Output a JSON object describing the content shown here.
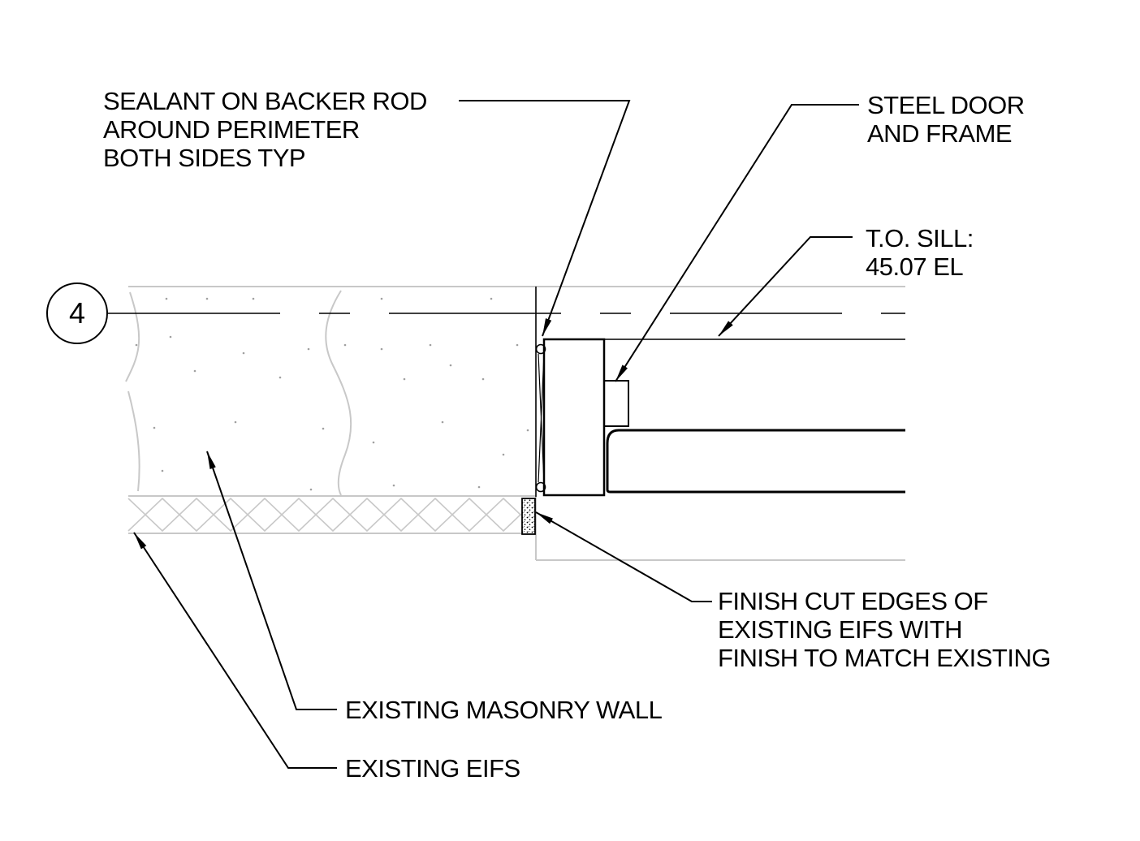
{
  "grid_bubble": {
    "label": "4"
  },
  "callouts": {
    "sealant": [
      "SEALANT ON BACKER ROD",
      "AROUND PERIMETER",
      "BOTH SIDES TYP"
    ],
    "steel_door": [
      "STEEL DOOR",
      "AND FRAME"
    ],
    "sill": [
      "T.O. SILL:",
      "45.07 EL"
    ],
    "finish_edges": [
      "FINISH CUT EDGES OF",
      "EXISTING EIFS WITH",
      "FINISH TO MATCH EXISTING"
    ],
    "masonry": [
      "EXISTING MASONRY WALL"
    ],
    "eifs": [
      "EXISTING EIFS"
    ]
  },
  "colors": {
    "line": "#000000",
    "existing": "#c8c8c8",
    "background": "#ffffff"
  }
}
